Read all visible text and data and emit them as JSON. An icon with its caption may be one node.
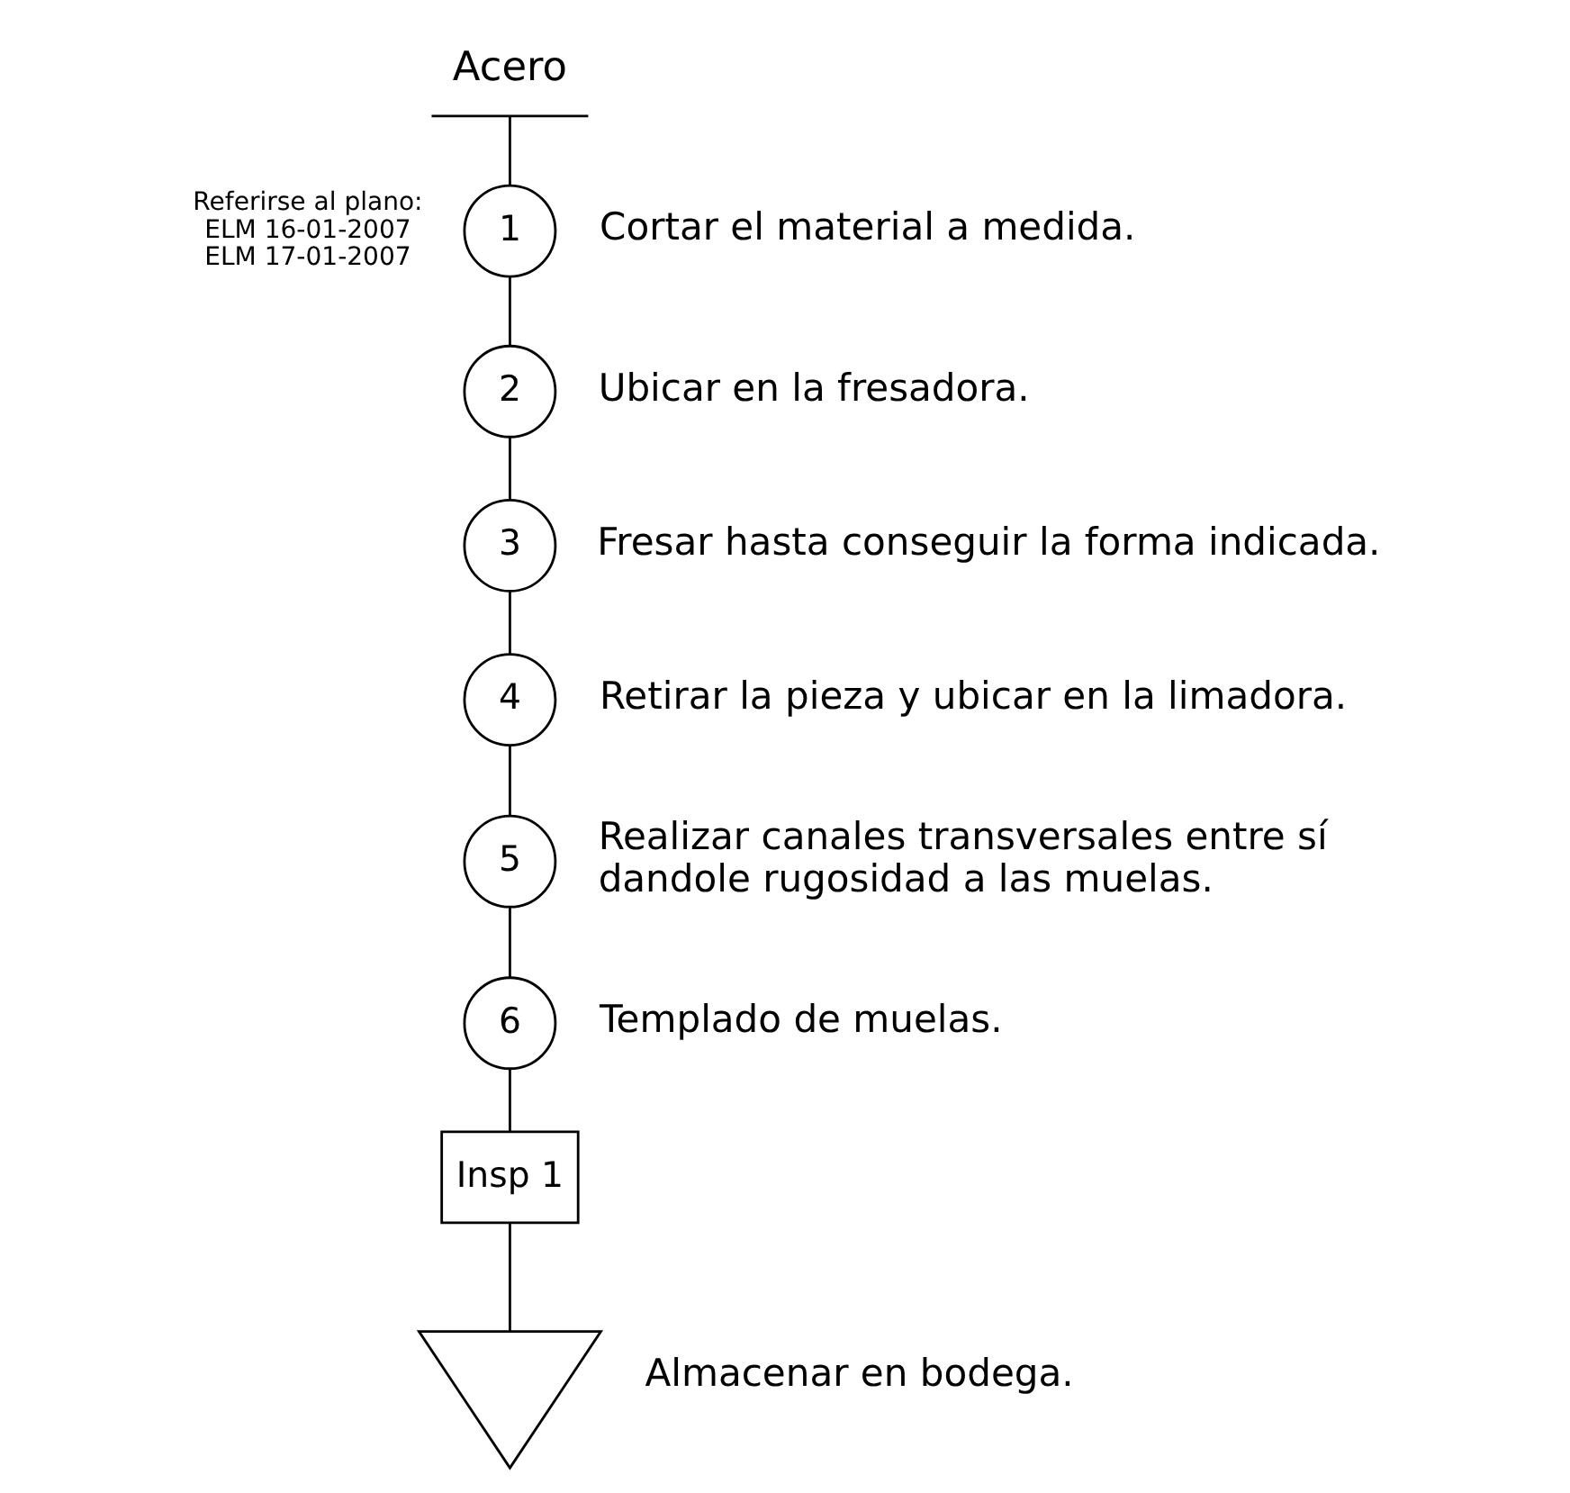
{
  "diagram": {
    "nodes": [
      {
        "text": [
          "Acero"
        ]
      },
      {
        "text": [
          "1"
        ],
        "beside": [
          "Cortar el material a medida."
        ]
      },
      {
        "text": [
          "2"
        ],
        "beside": [
          "Ubicar en la fresadora."
        ]
      },
      {
        "text": [
          "3"
        ],
        "beside": [
          "Fresar hasta conseguir la forma indicada."
        ]
      },
      {
        "text": [
          "4"
        ],
        "beside": [
          "Retirar la pieza y ubicar en la limadora."
        ]
      },
      {
        "text": [
          "5"
        ],
        "beside": [
          "Realizar canales transversales entre sí dandole rugosidad a las muelas."
        ]
      },
      {
        "text": [
          "6"
        ],
        "beside": [
          "Templado de muelas."
        ]
      },
      {
        "text": [
          "Insp 1"
        ]
      },
      {
        "text": [],
        "shape": "triangle",
        "beside": [
          "Almacenar en bodega."
        ]
      }
    ],
    "edges": [
      {
        "from": 0,
        "to": 1,
        "arrow": "none"
      },
      {
        "from": 1,
        "to": 2,
        "arrow": "none"
      },
      {
        "from": 2,
        "to": 3,
        "arrow": "none"
      },
      {
        "from": 3,
        "to": 4,
        "arrow": "none"
      },
      {
        "from": 4,
        "to": 5,
        "arrow": "none"
      },
      {
        "from": 5,
        "to": 6,
        "arrow": "none"
      },
      {
        "from": 6,
        "to": 7,
        "arrow": "none"
      },
      {
        "from": 7,
        "to": 8,
        "arrow": "none"
      }
    ],
    "labels": [
      "Referirse al plano:",
      "ELM 16-01-2007",
      "ELM 17-01-2007"
    ]
  }
}
